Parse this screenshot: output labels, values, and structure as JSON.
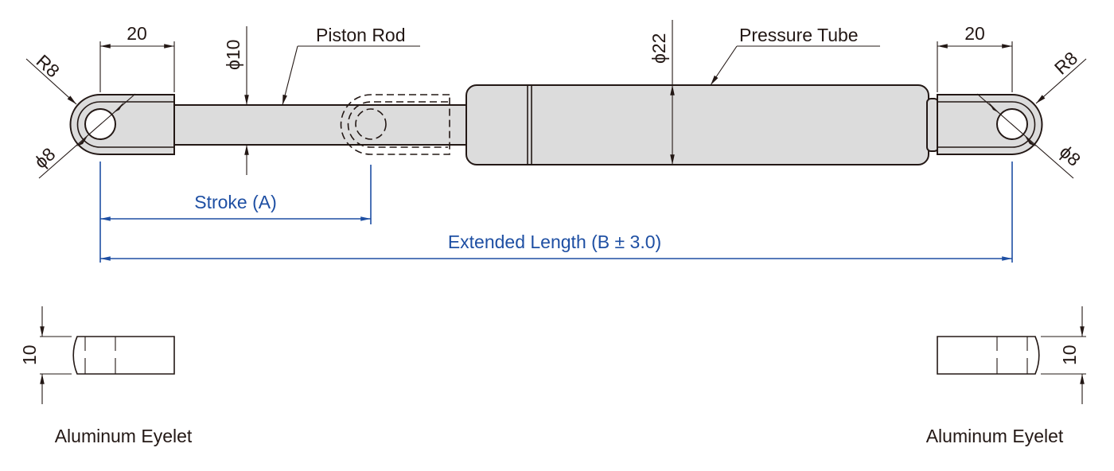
{
  "diagram": {
    "subject": "Gas spring with aluminum eyelets",
    "colors": {
      "line": "#231815",
      "part_fill": "#dcdcdc",
      "dimension_blue": "#1e4fa3",
      "background": "#ffffff"
    },
    "labels": {
      "piston_rod": "Piston Rod",
      "pressure_tube": "Pressure Tube",
      "stroke": "Stroke (A)",
      "extended_length": "Extended Length (B ± 3.0)",
      "left_eyelet_caption": "Aluminum Eyelet",
      "right_eyelet_caption": "Aluminum Eyelet"
    },
    "dimensions": {
      "left_eyelet_length": "20",
      "right_eyelet_length": "20",
      "left_eyelet_radius": "R8",
      "right_eyelet_radius": "R8",
      "left_hole_diameter": "ϕ8",
      "right_hole_diameter": "ϕ8",
      "rod_diameter": "ϕ10",
      "tube_diameter": "ϕ22",
      "left_eyelet_thickness": "10",
      "right_eyelet_thickness": "10"
    }
  }
}
